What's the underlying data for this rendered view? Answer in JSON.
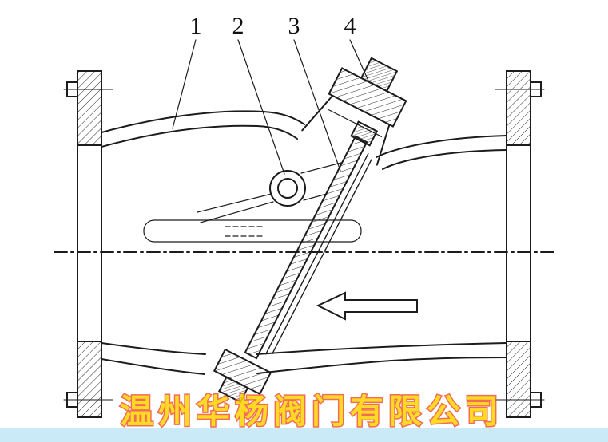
{
  "diagram": {
    "type": "technical-drawing",
    "subject": "swing check valve cross-section",
    "part_labels": [
      {
        "text": "1"
      },
      {
        "text": "2"
      },
      {
        "text": "3"
      },
      {
        "text": "4"
      }
    ],
    "watermark": {
      "text": "温州华杨阀门有限公司",
      "fill": "#ffd400",
      "stroke": "#f05438"
    },
    "colors": {
      "line": "#1c1c1c",
      "bottom_stripe": "#b9e3f5"
    }
  }
}
